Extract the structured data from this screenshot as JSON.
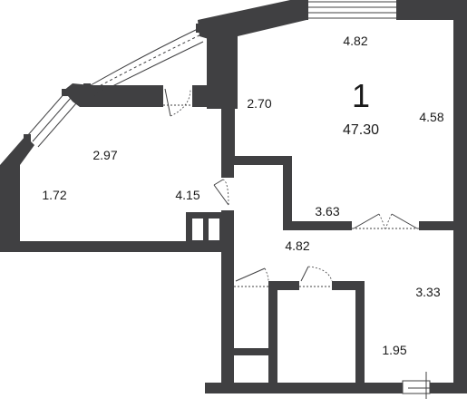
{
  "plan": {
    "room_number": "1",
    "room_area": "47.30",
    "dimensions": {
      "top_width": "4.82",
      "left_wall_room1": "2.70",
      "right_wall_room1": "4.58",
      "bottom_room1": "3.63",
      "kitchen_top": "2.97",
      "kitchen_left": "1.72",
      "kitchen_right": "4.15",
      "hall_width": "4.82",
      "right_lower": "3.33",
      "bottom_lower": "1.95"
    }
  }
}
